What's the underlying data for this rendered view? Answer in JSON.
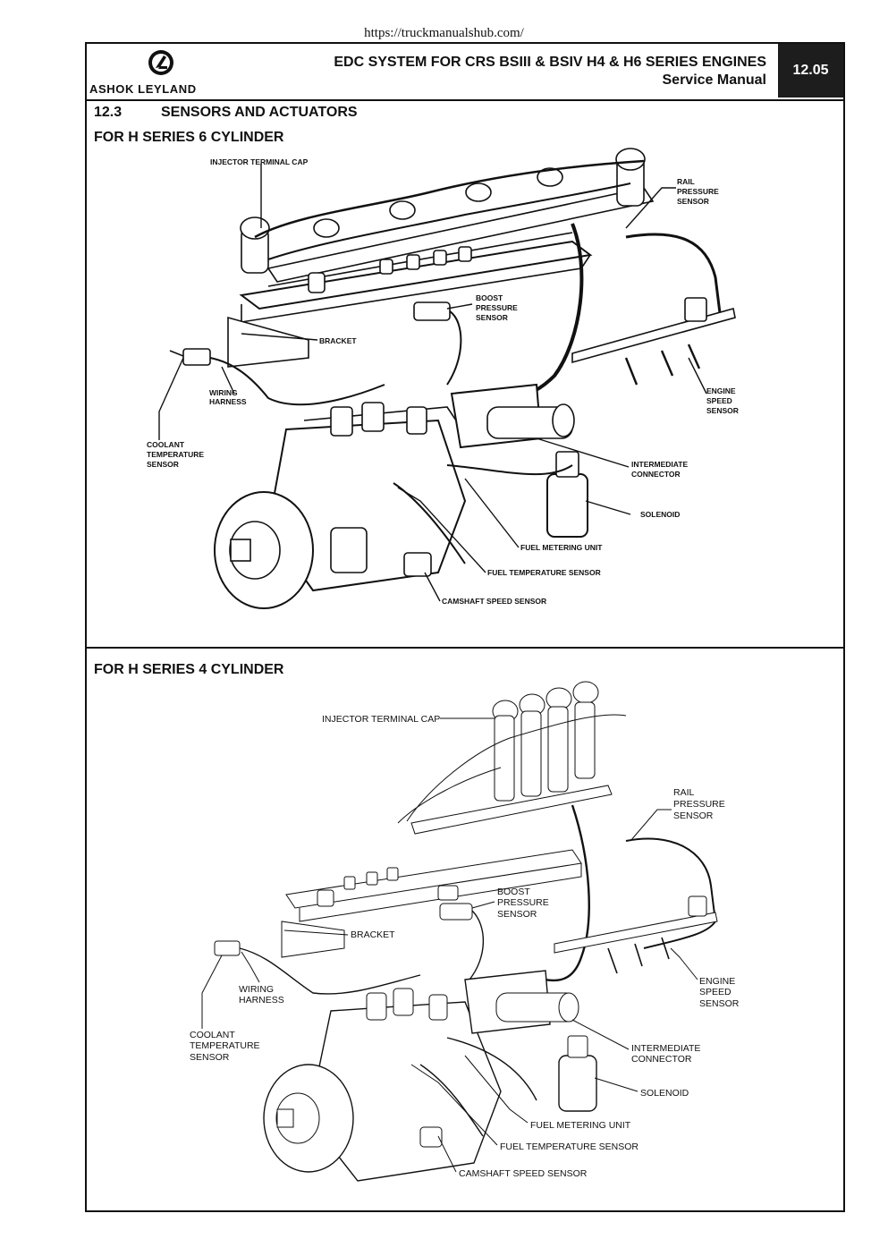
{
  "url": "https://truckmanualshub.com/",
  "header": {
    "brand": "ASHOK LEYLAND",
    "title": "EDC SYSTEM FOR CRS BSIII & BSIV H4 & H6 SERIES ENGINES",
    "subtitle": "Service Manual",
    "page_number": "12.05"
  },
  "section": {
    "number": "12.3",
    "title": "SENSORS AND ACTUATORS"
  },
  "six_cyl": {
    "heading": "FOR H SERIES 6 CYLINDER",
    "labels": {
      "injector_terminal_cap": "INJECTOR TERMINAL CAP",
      "rail_pressure_1": "RAIL",
      "rail_pressure_2": "PRESSURE",
      "rail_pressure_3": "SENSOR",
      "boost_1": "BOOST",
      "boost_2": "PRESSURE",
      "boost_3": "SENSOR",
      "bracket": "BRACKET",
      "wiring_1": "WIRING",
      "wiring_2": "HARNESS",
      "coolant_1": "COOLANT",
      "coolant_2": "TEMPERATURE",
      "coolant_3": "SENSOR",
      "engine_speed_1": "ENGINE",
      "engine_speed_2": "SPEED",
      "engine_speed_3": "SENSOR",
      "intermediate_1": "INTERMEDIATE",
      "intermediate_2": "CONNECTOR",
      "solenoid": "SOLENOID",
      "fuel_metering": "FUEL METERING UNIT",
      "fuel_temp": "FUEL TEMPERATURE SENSOR",
      "camshaft": "CAMSHAFT SPEED SENSOR"
    }
  },
  "four_cyl": {
    "heading": "FOR H SERIES 4 CYLINDER",
    "labels": {
      "injector_terminal_cap": "INJECTOR TERMINAL CAP",
      "rail_pressure_1": "RAIL",
      "rail_pressure_2": "PRESSURE",
      "rail_pressure_3": "SENSOR",
      "boost_1": "BOOST",
      "boost_2": "PRESSURE",
      "boost_3": "SENSOR",
      "bracket": "BRACKET",
      "wiring_1": "WIRING",
      "wiring_2": "HARNESS",
      "coolant_1": "COOLANT",
      "coolant_2": "TEMPERATURE",
      "coolant_3": "SENSOR",
      "engine_speed_1": "ENGINE",
      "engine_speed_2": "SPEED",
      "engine_speed_3": "SENSOR",
      "intermediate_1": "INTERMEDIATE",
      "intermediate_2": "CONNECTOR",
      "solenoid": "SOLENOID",
      "fuel_metering": "FUEL METERING UNIT",
      "fuel_temp": "FUEL TEMPERATURE SENSOR",
      "camshaft": "CAMSHAFT SPEED SENSOR"
    }
  }
}
